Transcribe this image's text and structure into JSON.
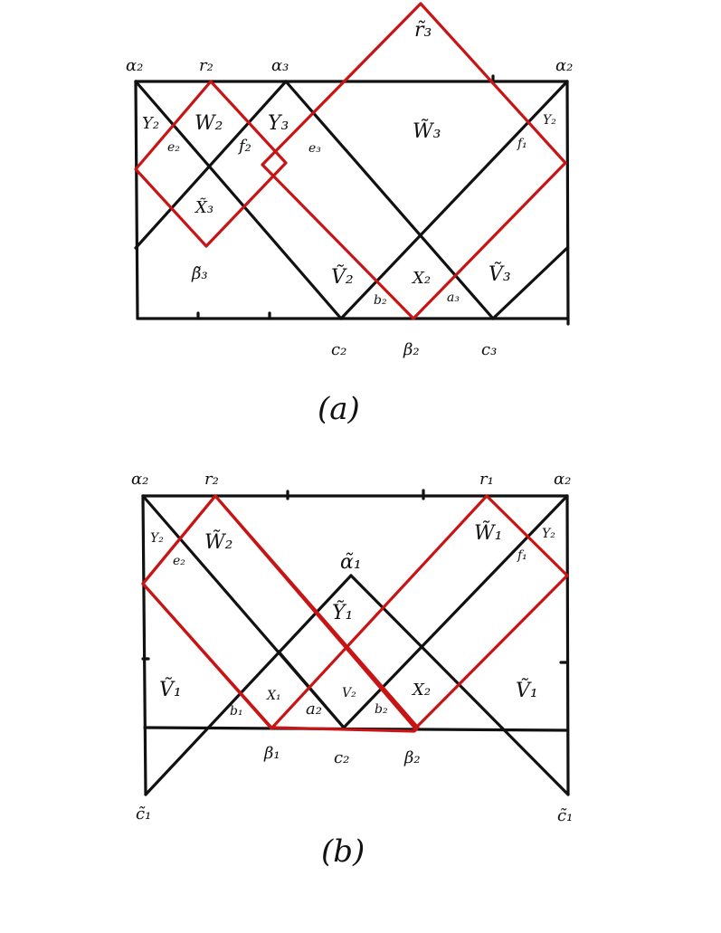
{
  "colors": {
    "black_lines": "#111111",
    "red_lines": "#c81414",
    "background": "#ffffff"
  },
  "panel_a": {
    "caption": "(a)",
    "labels": {
      "alpha2_left": "α₂",
      "r2": "r₂",
      "alpha3": "α₃",
      "r3_tilde": "r̃₃",
      "alpha2_right": "α₂",
      "Y2_left": "Y₂",
      "W2": "W₂",
      "Y3": "Y₃",
      "W3_tilde": "W̃₃",
      "Y2_right": "Y₂",
      "e2": "e₂",
      "f2": "f₂",
      "e3": "e₃",
      "f1": "f₁",
      "X3_tilde": "X̃₃",
      "beta3_tilde": "β̃₃",
      "V2_tilde": "Ṽ₂",
      "X2": "X₂",
      "V3_tilde": "Ṽ₃",
      "b2": "b₂",
      "a3": "a₃",
      "c2": "c₂",
      "beta2": "β₂",
      "c3": "c₃"
    }
  },
  "panel_b": {
    "caption": "(b)",
    "labels": {
      "alpha2_left": "α₂",
      "r2": "r₂",
      "r1": "r₁",
      "alpha2_right": "α₂",
      "Y2_left": "Y₂",
      "e2": "e₂",
      "W2_tilde": "W̃₂",
      "alpha1_tilde": "α̃₁",
      "W1_tilde": "W̃₁",
      "Y2_right": "Y₂",
      "f1": "f₁",
      "Y1_tilde": "Ỹ₁",
      "V1_tilde_left": "Ṽ₁",
      "V1_tilde_right": "Ṽ₁",
      "X1": "X₁",
      "V2": "V₂",
      "X2": "X₂",
      "b1": "b₁",
      "a2": "a₂",
      "b2": "b₂",
      "beta1": "β₁",
      "c2": "c₂",
      "beta2": "β₂",
      "c1_tilde_left": "c̃₁",
      "c1_tilde_right": "c̃₁"
    }
  }
}
